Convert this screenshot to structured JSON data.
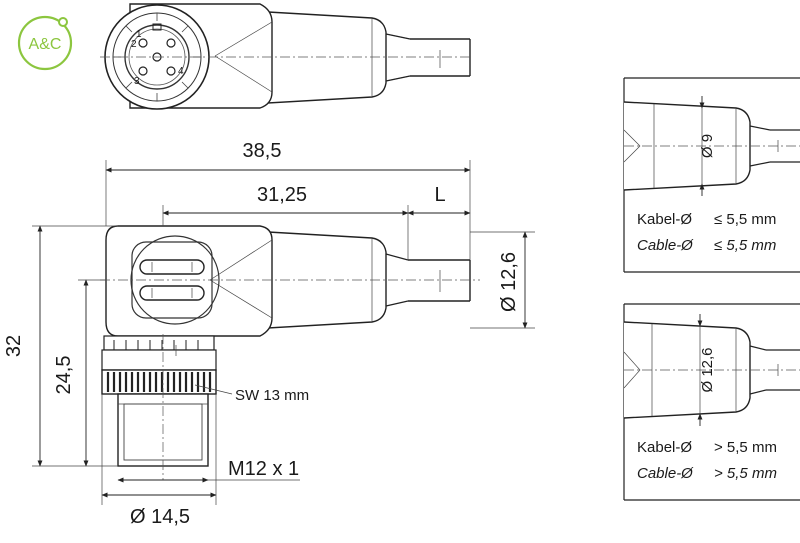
{
  "logo": {
    "text": "A&C",
    "color": "#8cc63f"
  },
  "dimensions": {
    "overall_length": "38,5",
    "body_length": "31,25",
    "cable_length": "L",
    "height_total": "32",
    "height_body": "24,5",
    "cable_diameter": "Ø 12,6",
    "wrench": "SW 13 mm",
    "thread": "M12 x 1",
    "nut_diameter": "Ø 14,5"
  },
  "pins": [
    "1",
    "2",
    "3",
    "4"
  ],
  "detail_small": {
    "diameter": "Ø 9",
    "row1": {
      "label": "Kabel-Ø",
      "value": "≤ 5,5 mm"
    },
    "row2": {
      "label": "Cable-Ø",
      "value": "≤ 5,5 mm"
    }
  },
  "detail_large": {
    "diameter": "Ø 12,6",
    "row1": {
      "label": "Kabel-Ø",
      "value": "> 5,5 mm"
    },
    "row2": {
      "label": "Cable-Ø",
      "value": "> 5,5 mm"
    }
  }
}
